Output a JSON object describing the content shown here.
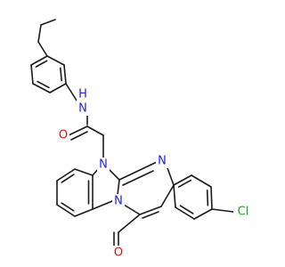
{
  "molecule": {
    "colors": {
      "bond": "#1a1a1a",
      "nitrogen": "#1e1ef0",
      "oxygen": "#e01010",
      "chlorine": "#17a817",
      "carbon": "#1a1a1a"
    },
    "labels": {
      "amide_nh": "N",
      "amide_h": "H",
      "carbonyl_o": "O",
      "ring_n_imidazole": "N",
      "ring_n_pyrimidine": "N",
      "ring_n_bridge": "N",
      "ketone_o": "O",
      "chlorine": "Cl"
    }
  }
}
